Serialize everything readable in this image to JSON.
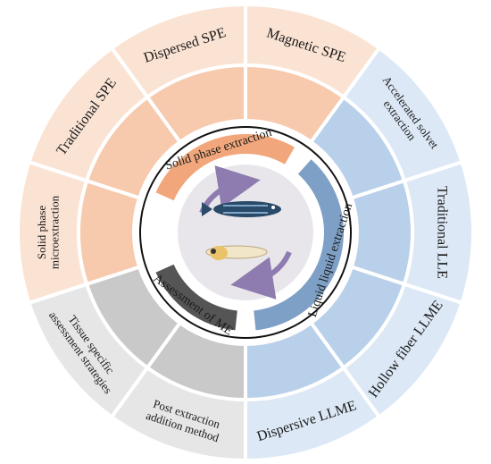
{
  "diagram": {
    "colors": {
      "spe_outer": "#fbe3d4",
      "spe_inner": "#f7c9ad",
      "spe_band": "#f1a77b",
      "lle_outer": "#dce8f5",
      "lle_inner": "#b9d0ea",
      "lle_band": "#7fa0c6",
      "me_outer": "#e6e6e6",
      "me_inner": "#c9c9c9",
      "me_band": "#555555",
      "arrow": "#8e7bb0",
      "fish_dark": "#2a4a6a"
    },
    "center": {
      "inner_labels": {
        "spe": "Solid phase extraction",
        "lle": "Liquid liquid extraction",
        "me": "Assessment of ME"
      }
    },
    "segments": [
      {
        "label": "Dispersed SPE",
        "group": "spe"
      },
      {
        "label": "Magnetic SPE",
        "group": "spe"
      },
      {
        "label": "Accelerated solvet extraction",
        "group": "lle"
      },
      {
        "label": "Traditional LLE",
        "group": "lle"
      },
      {
        "label": "Hollow fiber LLME",
        "group": "lle"
      },
      {
        "label": "Dispersive LLME",
        "group": "lle"
      },
      {
        "label": "Post extraction addition method",
        "group": "me"
      },
      {
        "label": "Tissue specific assessment strategies",
        "group": "me"
      },
      {
        "label": "Solid phase microextraction",
        "group": "spe"
      },
      {
        "label": "Traditional SPE",
        "group": "spe"
      }
    ]
  }
}
